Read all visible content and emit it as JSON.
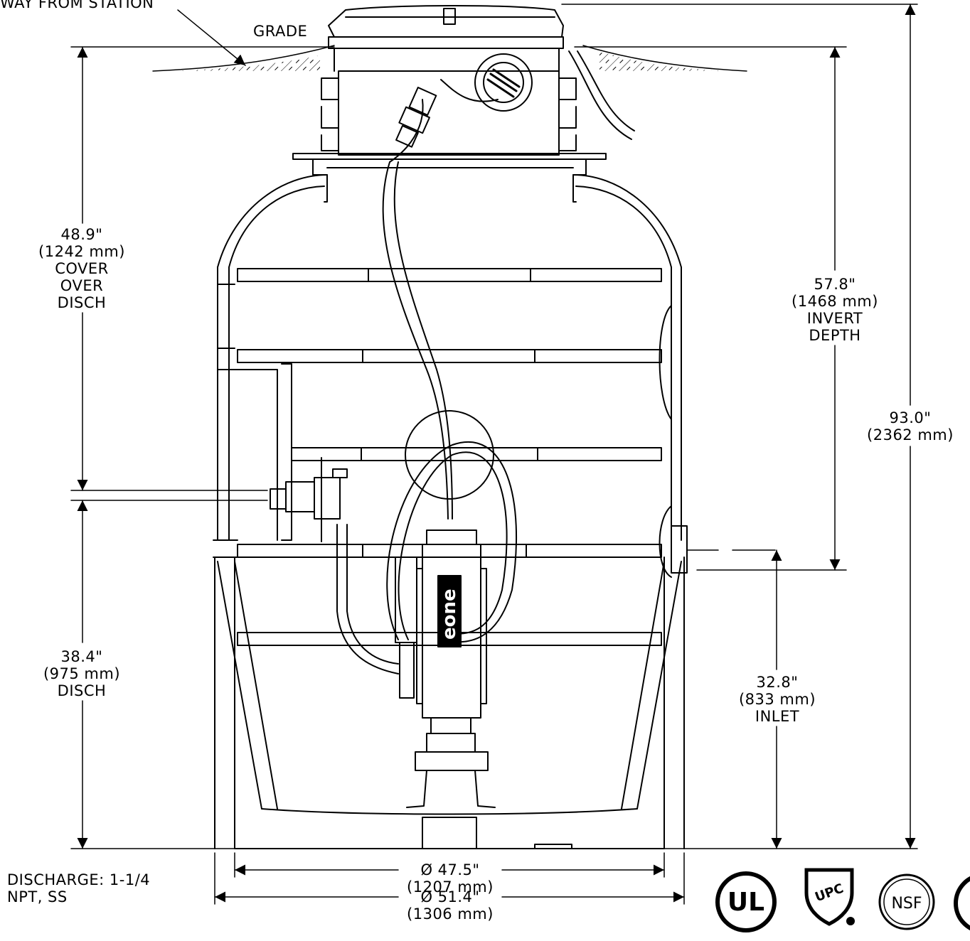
{
  "header": {
    "callout_top_left": "WAY FROM STATION",
    "grade_label": "GRADE"
  },
  "dimensions": {
    "cover_over_disch": {
      "value": "48.9\"",
      "metric": "(1242 mm)",
      "line1": "COVER",
      "line2": "OVER",
      "line3": "DISCH"
    },
    "disch": {
      "value": "38.4\"",
      "metric": "(975 mm)",
      "line1": "DISCH"
    },
    "invert_depth": {
      "value": "57.8\"",
      "metric": "(1468 mm)",
      "line1": "INVERT",
      "line2": "DEPTH"
    },
    "overall_height": {
      "value": "93.0\"",
      "metric": "(2362 mm)"
    },
    "inlet": {
      "value": "32.8\"",
      "metric": "(833 mm)",
      "line1": "INLET"
    },
    "diameter_inner": {
      "value": "Ø 47.5\"",
      "metric": "(1207 mm)"
    },
    "diameter_outer": {
      "value": "Ø 51.4\"",
      "metric": "(1306 mm)"
    }
  },
  "notes": {
    "discharge_line1": "DISCHARGE: 1-1/4",
    "discharge_line2": "NPT, SS"
  },
  "pump_brand": "eone",
  "certifications": {
    "ul": "UL",
    "upc": "UPC",
    "nsf": "NSF"
  }
}
